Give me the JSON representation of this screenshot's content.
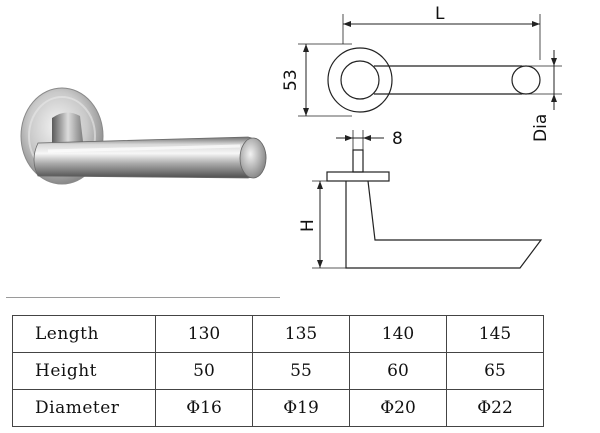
{
  "drawing": {
    "dim_length": "L",
    "dim_height_53": "53",
    "dim_width_8": "8",
    "dim_height": "H",
    "dim_diameter": "Dia"
  },
  "spec_table": {
    "rows": [
      {
        "label": "Length",
        "values": [
          "130",
          "135",
          "140",
          "145"
        ]
      },
      {
        "label": "Height",
        "values": [
          "50",
          "55",
          "60",
          "65"
        ]
      },
      {
        "label": "Diameter",
        "values": [
          "Φ16",
          "Φ19",
          "Φ20",
          "Φ22"
        ]
      }
    ]
  }
}
